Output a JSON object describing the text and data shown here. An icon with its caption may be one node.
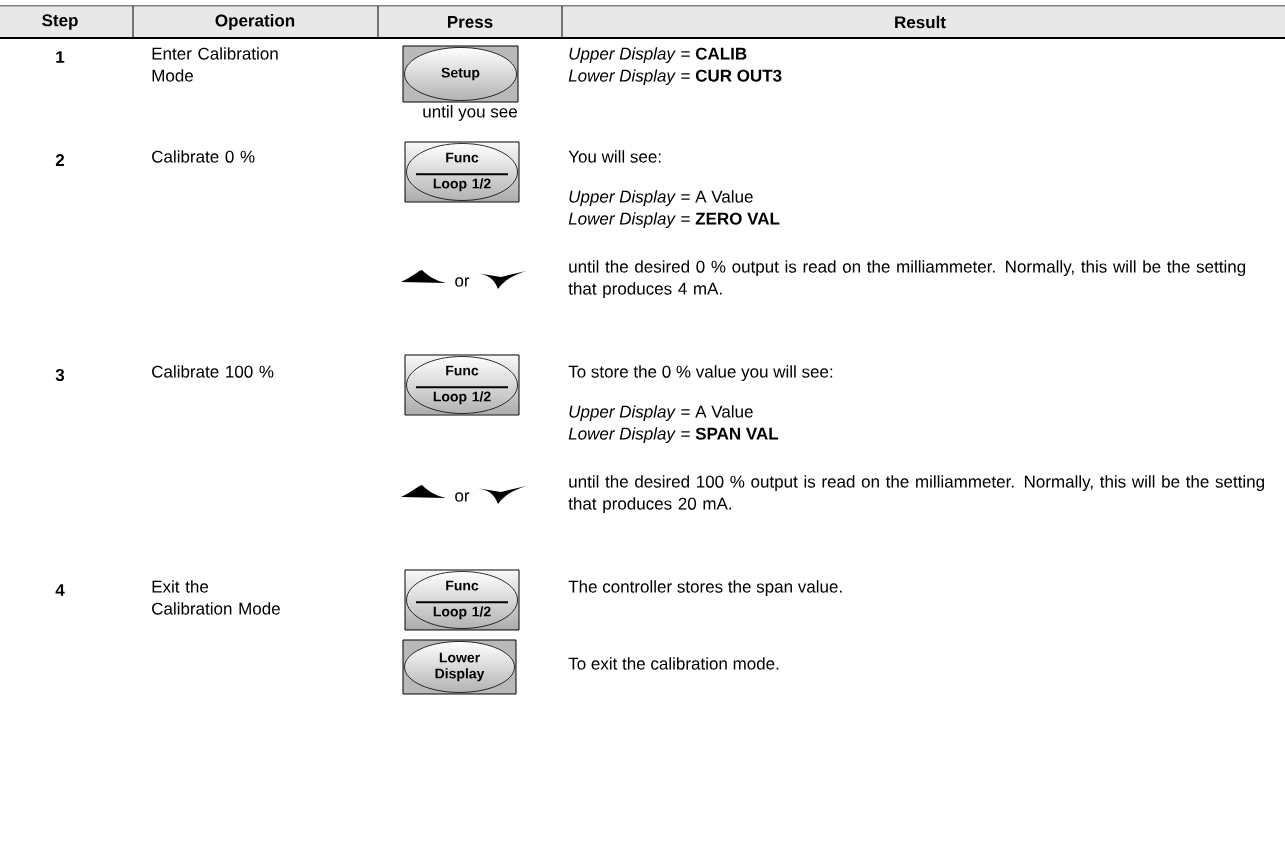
{
  "diagram": {
    "nodes": [
      {
        "text": [
          "Setup"
        ]
      },
      {
        "text": [
          "Func",
          "Loop 1/2"
        ]
      },
      {
        "text": [
          "Func",
          "Loop 1/2"
        ]
      },
      {
        "text": [
          "Func",
          "Loop 1/2"
        ]
      },
      {
        "text": [
          "Lower Display"
        ]
      }
    ],
    "labels": [
      "Step",
      "Operation",
      "Press",
      "Result",
      "1",
      "Enter Calibration Mode",
      "until you see",
      "*Upper Display* = **CALIB**",
      "*Lower Display* = **CUR OUT3**",
      "2",
      "Calibrate 0 %",
      "You will see:",
      "*Upper Display* = A Value",
      "*Lower Display* = **ZERO VAL**",
      "or",
      "until the desired 0 % output is read on the milliammeter. Normally, this will be the setting that produces 4 mA.",
      "3",
      "Calibrate 100 %",
      "To store the 0 % value you will see:",
      "*Upper Display* = A Value",
      "*Lower Display* = **SPAN VAL**",
      "or",
      "until the desired 100 % output is read on the milliammeter. Normally, this will be the setting that produces 20 mA.",
      "4",
      "Exit the Calibration Mode",
      "The controller stores the span value.",
      "To exit the calibration mode."
    ]
  }
}
